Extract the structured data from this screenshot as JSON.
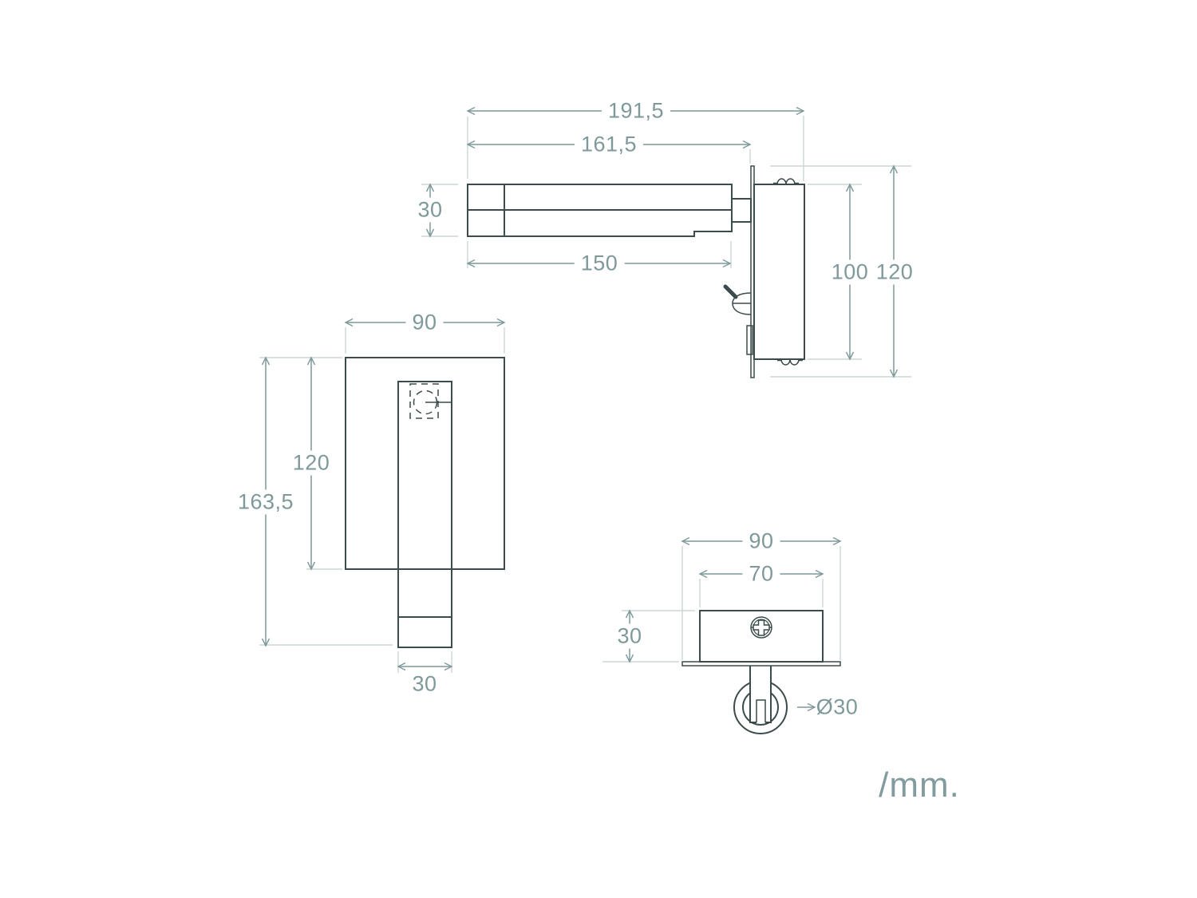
{
  "units_label": "/mm.",
  "colors": {
    "background": "#ffffff",
    "object_line": "#3c4b4b",
    "dimension_line": "#7f999b",
    "extension_line": "#ccd5d5"
  },
  "views": {
    "side_view": {
      "dimensions": {
        "overall_depth": "191,5",
        "depth_to_wallplate": "161,5",
        "arm_thickness": "30",
        "arm_length": "150",
        "body_height": "100",
        "backplate_height": "120"
      }
    },
    "front_view": {
      "dimensions": {
        "backplate_width": "90",
        "backplate_height": "120",
        "overall_height": "163,5",
        "arm_width": "30"
      }
    },
    "bottom_view": {
      "dimensions": {
        "backplate_width": "90",
        "box_width": "70",
        "box_depth": "30",
        "head_diameter": "Ø30"
      }
    }
  }
}
